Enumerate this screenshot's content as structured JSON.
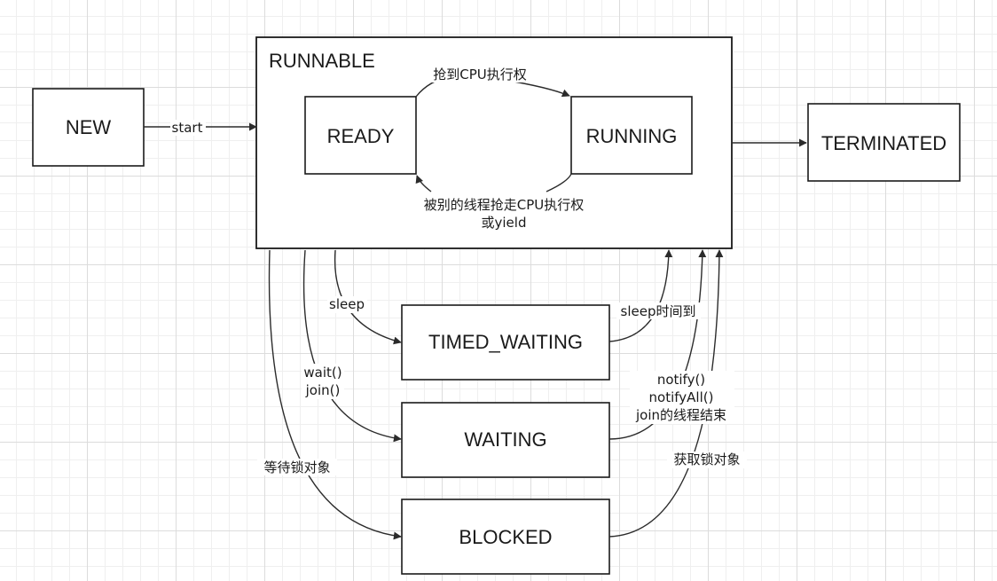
{
  "states": {
    "new": "NEW",
    "runnable": "RUNNABLE",
    "ready": "READY",
    "running": "RUNNING",
    "terminated": "TERMINATED",
    "timed_waiting": "TIMED_WAITING",
    "waiting": "WAITING",
    "blocked": "BLOCKED"
  },
  "transitions": {
    "start": "start",
    "ready_to_running": "抢到CPU执行权",
    "running_to_ready_line1": "被别的线程抢走CPU执行权",
    "running_to_ready_line2": "或yield",
    "sleep": "sleep",
    "sleep_done": "sleep时间到",
    "wait_line1": "wait()",
    "wait_line2": "join()",
    "notify_line1": "notify()",
    "notify_line2": "notifyAll()",
    "notify_line3": "join的线程结束",
    "wait_lock": "等待锁对象",
    "get_lock": "获取锁对象"
  },
  "colors": {
    "stroke": "#1a1a1a",
    "background": "#ffffff",
    "grid": "#dcdcdc"
  }
}
